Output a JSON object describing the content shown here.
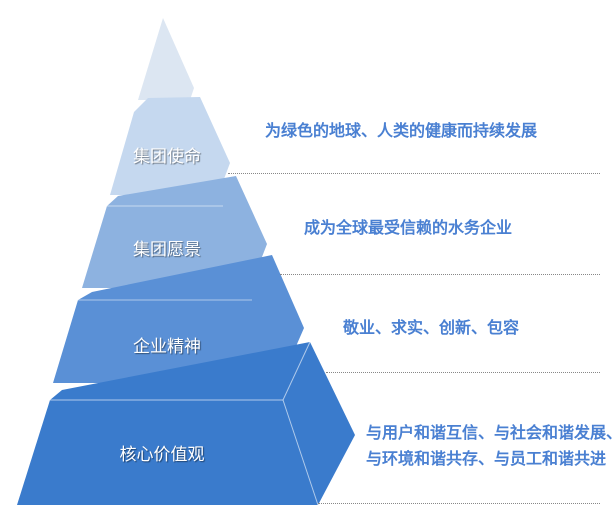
{
  "tiers": [
    {
      "label": "集团使命",
      "description": "为绿色的地球、人类的健康而持续发展",
      "color": "#c5d8ef"
    },
    {
      "label": "集团愿景",
      "description": "成为全球最受信赖的水务企业",
      "color": "#8db2e0"
    },
    {
      "label": "企业精神",
      "description": "敬业、求实、创新、包容",
      "color": "#5a90d6"
    },
    {
      "label": "核心价值观",
      "description_line1": "与用户和谐互信、与社会和谐发展、",
      "description_line2": "与环境和谐共存、与员工和谐共进",
      "color": "#3a7bcc"
    }
  ],
  "apex_color": "#dce6f2"
}
